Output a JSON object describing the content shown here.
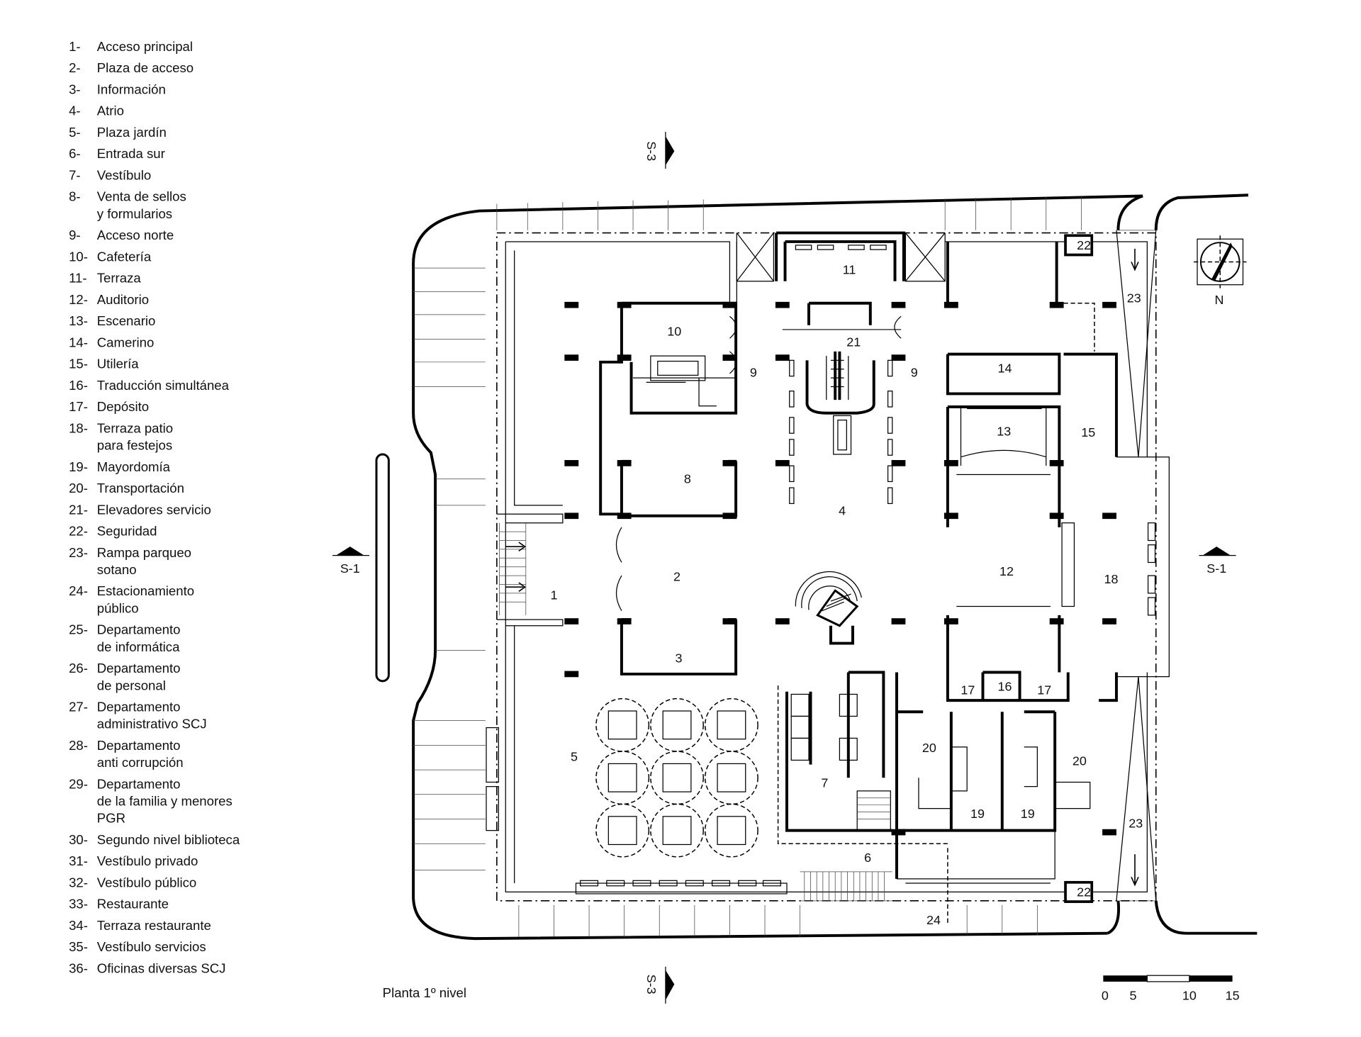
{
  "legend": {
    "items": [
      {
        "num": "1-",
        "lines": [
          "Acceso principal"
        ]
      },
      {
        "num": "2-",
        "lines": [
          "Plaza de acceso"
        ]
      },
      {
        "num": "3-",
        "lines": [
          "Información"
        ]
      },
      {
        "num": "4-",
        "lines": [
          "Atrio"
        ]
      },
      {
        "num": "5-",
        "lines": [
          "Plaza jardín"
        ]
      },
      {
        "num": "6-",
        "lines": [
          "Entrada sur"
        ]
      },
      {
        "num": "7-",
        "lines": [
          "Vestíbulo"
        ]
      },
      {
        "num": "8-",
        "lines": [
          "Venta de sellos",
          "y formularios"
        ]
      },
      {
        "num": "9-",
        "lines": [
          "Acceso norte"
        ]
      },
      {
        "num": "10-",
        "lines": [
          "Cafetería"
        ]
      },
      {
        "num": "11-",
        "lines": [
          "Terraza"
        ]
      },
      {
        "num": "12-",
        "lines": [
          "Auditorio"
        ]
      },
      {
        "num": "13-",
        "lines": [
          "Escenario"
        ]
      },
      {
        "num": "14-",
        "lines": [
          "Camerino"
        ]
      },
      {
        "num": "15-",
        "lines": [
          "Utilería"
        ]
      },
      {
        "num": "16-",
        "lines": [
          "Traducción simultánea"
        ]
      },
      {
        "num": "17-",
        "lines": [
          "Depósito"
        ]
      },
      {
        "num": "18-",
        "lines": [
          "Terraza patio",
          "para festejos"
        ]
      },
      {
        "num": "19-",
        "lines": [
          "Mayordomía"
        ]
      },
      {
        "num": "20-",
        "lines": [
          "Transportación"
        ]
      },
      {
        "num": "21-",
        "lines": [
          "Elevadores servicio"
        ]
      },
      {
        "num": "22-",
        "lines": [
          "Seguridad"
        ]
      },
      {
        "num": "23-",
        "lines": [
          "Rampa parqueo",
          "sotano"
        ]
      },
      {
        "num": "24-",
        "lines": [
          "Estacionamiento",
          "público"
        ]
      },
      {
        "num": "25-",
        "lines": [
          "Departamento",
          "de informática"
        ]
      },
      {
        "num": "26-",
        "lines": [
          "Departamento",
          "de personal"
        ]
      },
      {
        "num": "27-",
        "lines": [
          "Departamento",
          "administrativo SCJ"
        ]
      },
      {
        "num": "28-",
        "lines": [
          "Departamento",
          "anti corrupción"
        ]
      },
      {
        "num": "29-",
        "lines": [
          "Departamento",
          "de la familia y menores",
          "PGR"
        ]
      },
      {
        "num": "30-",
        "lines": [
          "Segundo nivel biblioteca"
        ]
      },
      {
        "num": "31-",
        "lines": [
          "Vestíbulo privado"
        ]
      },
      {
        "num": "32-",
        "lines": [
          "Vestíbulo público"
        ]
      },
      {
        "num": "33-",
        "lines": [
          "Restaurante"
        ]
      },
      {
        "num": "34-",
        "lines": [
          "Terraza restaurante"
        ]
      },
      {
        "num": "35-",
        "lines": [
          "Vestíbulo servicios"
        ]
      },
      {
        "num": "36-",
        "lines": [
          "Oficinas diversas SCJ"
        ]
      }
    ]
  },
  "rooms": {
    "r1": "1",
    "r2": "2",
    "r3": "3",
    "r4": "4",
    "r5": "5",
    "r6": "6",
    "r7": "7",
    "r8": "8",
    "r9a": "9",
    "r9b": "9",
    "r10": "10",
    "r11": "11",
    "r12": "12",
    "r13": "13",
    "r14": "14",
    "r15": "15",
    "r16": "16",
    "r17a": "17",
    "r17b": "17",
    "r18": "18",
    "r19a": "19",
    "r19b": "19",
    "r20a": "20",
    "r20b": "20",
    "r21": "21",
    "r22a": "22",
    "r22b": "22",
    "r23a": "23",
    "r23b": "23",
    "r24": "24"
  },
  "sections": {
    "top": "S-3",
    "bottom": "S-3",
    "left": "S-1",
    "right": "S-1"
  },
  "title": "Planta 1º nivel",
  "north_label": "N",
  "scale": {
    "ticks": [
      "0",
      "5",
      "10",
      "15"
    ]
  }
}
